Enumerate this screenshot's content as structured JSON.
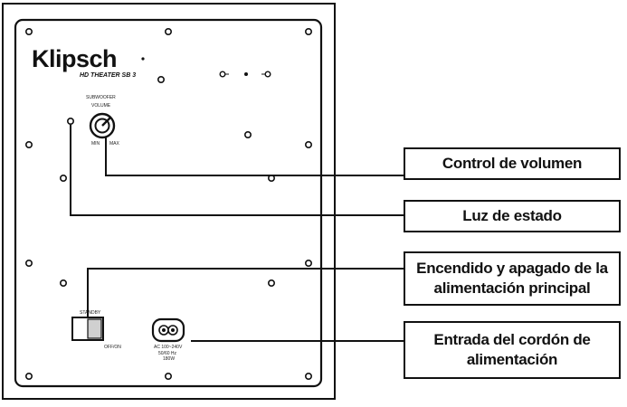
{
  "panel": {
    "brand": "Klipsch",
    "model": "HD THEATER SB 3",
    "knob_top_label": "SUBWOOFER",
    "knob_top_label2": "VOLUME",
    "knob_min_label": "MIN",
    "knob_max_label": "MAX",
    "switch_top_label": "STANDBY",
    "switch_bottom_label": "OFF/ON",
    "power_input_label": "AC 100~240V",
    "power_input_sub1": "50/60 Hz",
    "power_input_sub2": "180W"
  },
  "callouts": [
    {
      "label": "Control de volumen"
    },
    {
      "label": "Luz de estado"
    },
    {
      "label": "Encendido y apagado de la alimentación principal"
    },
    {
      "label": "Entrada del cordón de alimentación"
    }
  ],
  "colors": {
    "ink": "#111111",
    "panel_fill": "#ffffff",
    "switch_fill": "#d0d0d0"
  }
}
